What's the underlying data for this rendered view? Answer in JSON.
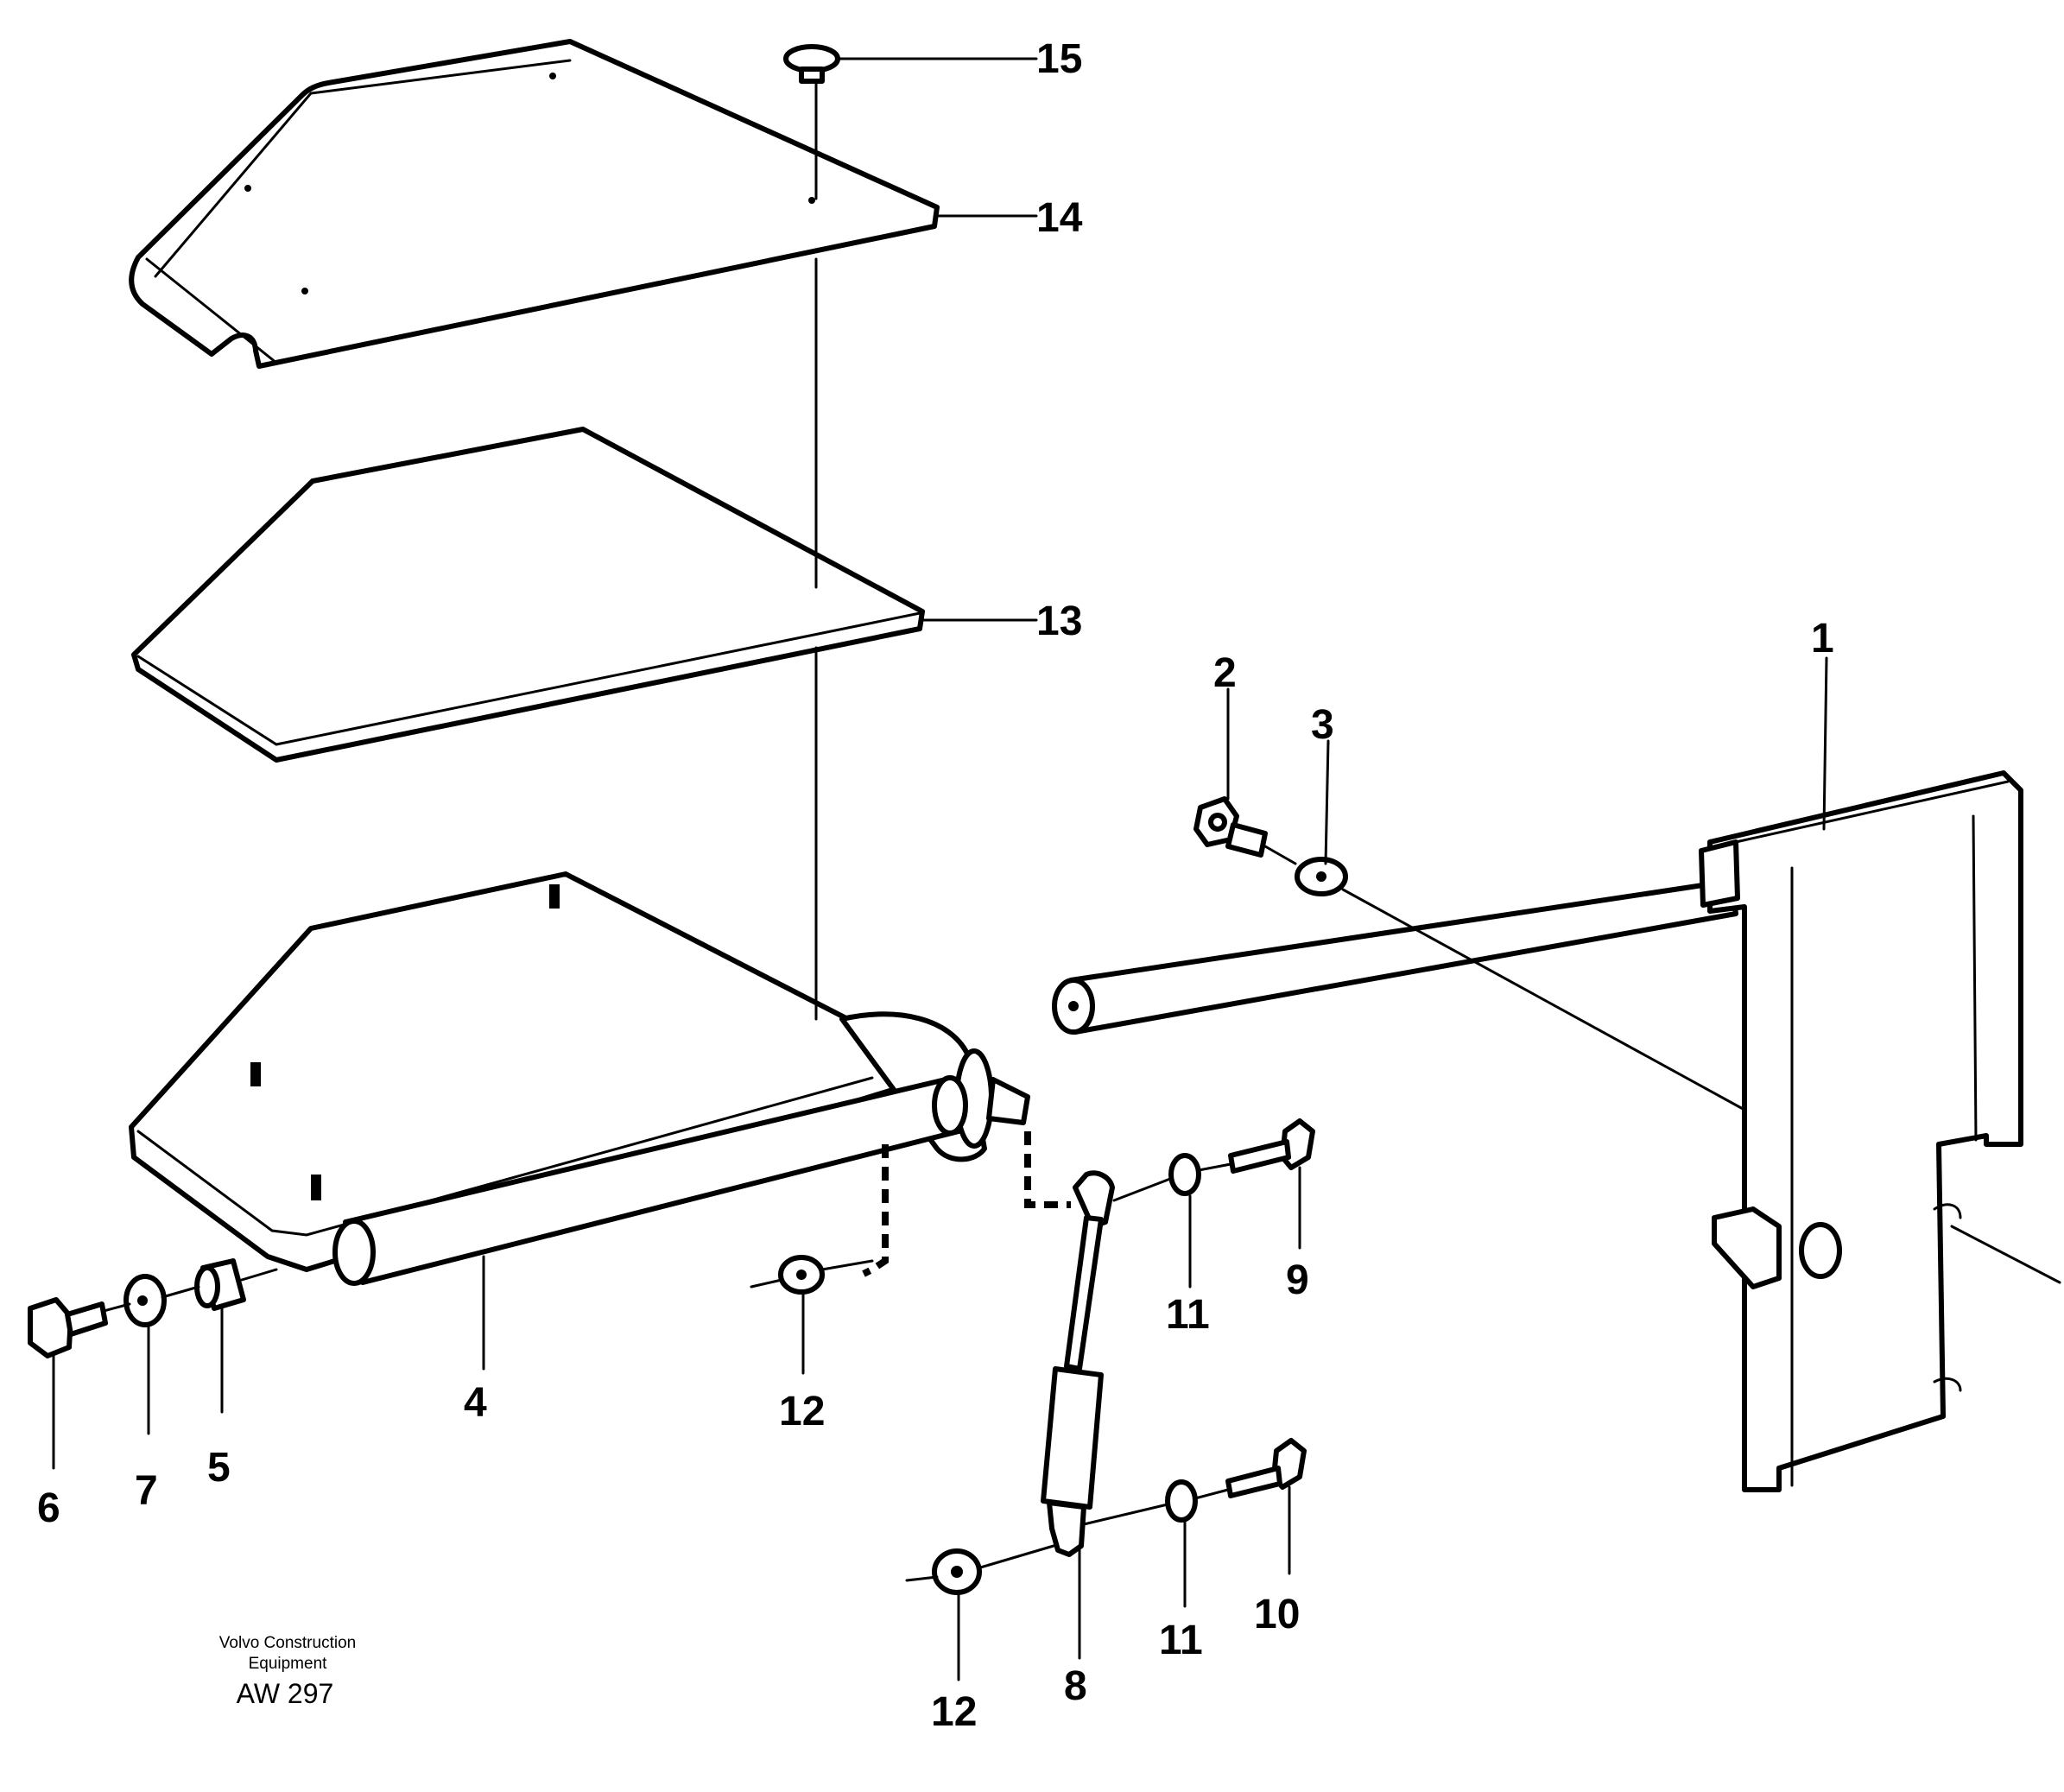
{
  "callouts": {
    "c1": "1",
    "c2": "2",
    "c3": "3",
    "c4": "4",
    "c5": "5",
    "c6": "6",
    "c7": "7",
    "c8": "8",
    "c9": "9",
    "c10": "10",
    "c11a": "11",
    "c11b": "11",
    "c12a": "12",
    "c12b": "12",
    "c13": "13",
    "c14": "14",
    "c15": "15"
  },
  "credit": {
    "line1": "Volvo Construction",
    "line2": "Equipment",
    "code": "AW 297"
  }
}
